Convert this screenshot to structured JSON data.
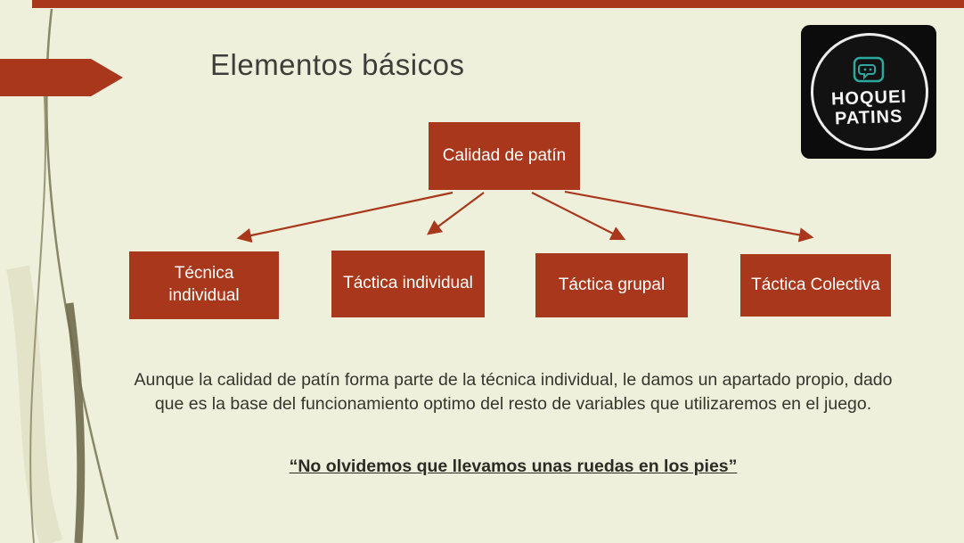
{
  "slide": {
    "title": "Elementos básicos",
    "logo": {
      "line1": "HOQUEI",
      "line2": "PATINS"
    },
    "diagram": {
      "root": "Calidad de patín",
      "children": [
        "Técnica individual",
        "Táctica individual",
        "Táctica grupal",
        "Táctica Colectiva"
      ]
    },
    "paragraph": "Aunque la calidad de patín forma parte de la técnica individual, le damos un apartado propio, dado que es la base del funcionamiento optimo del resto de variables que utilizaremos en el juego.",
    "quote": "“No olvidemos que llevamos unas ruedas en los pies”",
    "colors": {
      "accent": "#A8371B",
      "background": "#EEF0DB",
      "logo_teal": "#2BA8A0"
    }
  }
}
